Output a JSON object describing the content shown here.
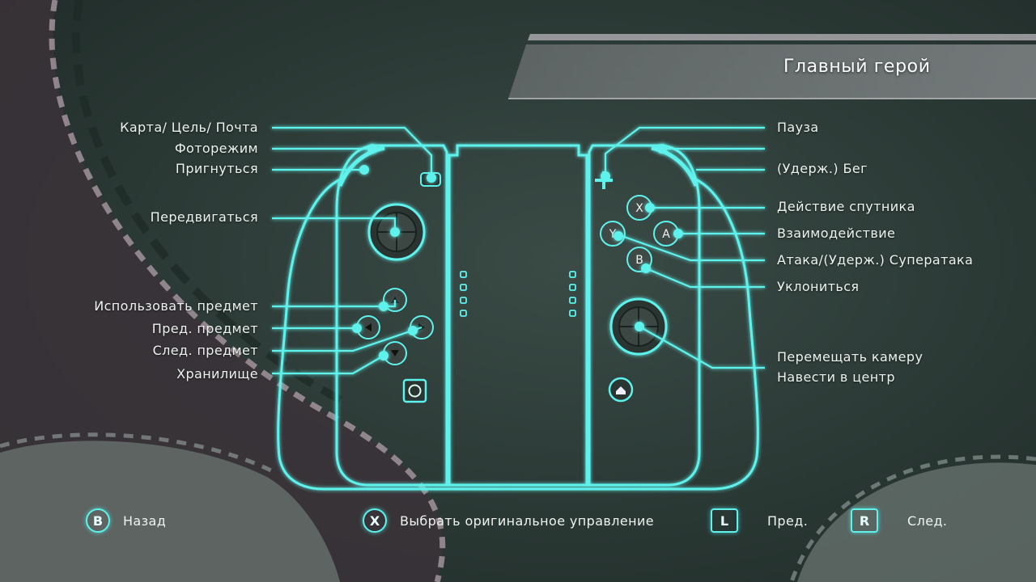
{
  "header": {
    "title": "Главный герой"
  },
  "left_labels": [
    {
      "id": "map",
      "text": "Карта/ Цель/ Почта"
    },
    {
      "id": "photo",
      "text": "Фоторежим"
    },
    {
      "id": "crouch",
      "text": "Пригнуться"
    },
    {
      "id": "move",
      "text": "Передвигаться"
    },
    {
      "id": "use-item",
      "text": "Использовать предмет"
    },
    {
      "id": "prev-item",
      "text": "Пред. предмет"
    },
    {
      "id": "next-item",
      "text": "След. предмет"
    },
    {
      "id": "storage",
      "text": "Хранилище"
    }
  ],
  "right_labels": [
    {
      "id": "pause",
      "text": "Пауза"
    },
    {
      "id": "run",
      "text": "(Удерж.) Бег"
    },
    {
      "id": "companion",
      "text": "Действие спутника"
    },
    {
      "id": "interact",
      "text": "Взаимодействие"
    },
    {
      "id": "attack",
      "text": "Атака/(Удерж.) Суператака"
    },
    {
      "id": "dodge",
      "text": "Уклониться"
    },
    {
      "id": "camera",
      "text": "Перемещать камеру"
    },
    {
      "id": "center",
      "text": "Навести в центр"
    }
  ],
  "buttons": {
    "x": "X",
    "y": "Y",
    "a": "A",
    "b": "B"
  },
  "footer": {
    "back": {
      "key": "B",
      "label": "Назад"
    },
    "original": {
      "key": "X",
      "label": "Выбрать оригинальное управление"
    },
    "prev": {
      "key": "L",
      "label": "Пред."
    },
    "next": {
      "key": "R",
      "label": "След."
    }
  },
  "colors": {
    "accent": "#5ef2ec",
    "background": "#2b3a36"
  }
}
